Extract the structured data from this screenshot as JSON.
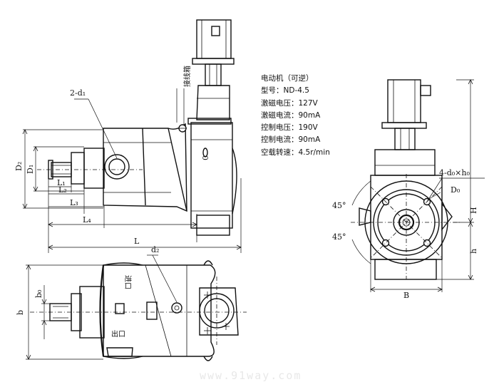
{
  "spec": {
    "title": "电动机（可逆）",
    "lines": [
      "型号：ND-4.5",
      "激磁电压：127V",
      "激磁电流：90mA",
      "控制电压：190V",
      "控制电流：90mA",
      "空载转速：4.5r/min"
    ]
  },
  "labels": {
    "d1": "2-d₁",
    "d2_top": "D₂",
    "d1_top": "D₁",
    "l1": "L₁",
    "l2": "L₂",
    "l3": "L₃",
    "l4": "L₄",
    "l": "L",
    "terminal_box": "接线箱",
    "d2_bottom": "d₂",
    "b": "b",
    "b0": "b₀",
    "inlet": "进口",
    "outlet": "出口",
    "holes": "4-d₀×h₀",
    "D0": "D₀",
    "angle_top": "45°",
    "angle_bottom": "45°",
    "H": "H",
    "h": "h",
    "B": "B"
  },
  "watermark": "www.91way.com"
}
